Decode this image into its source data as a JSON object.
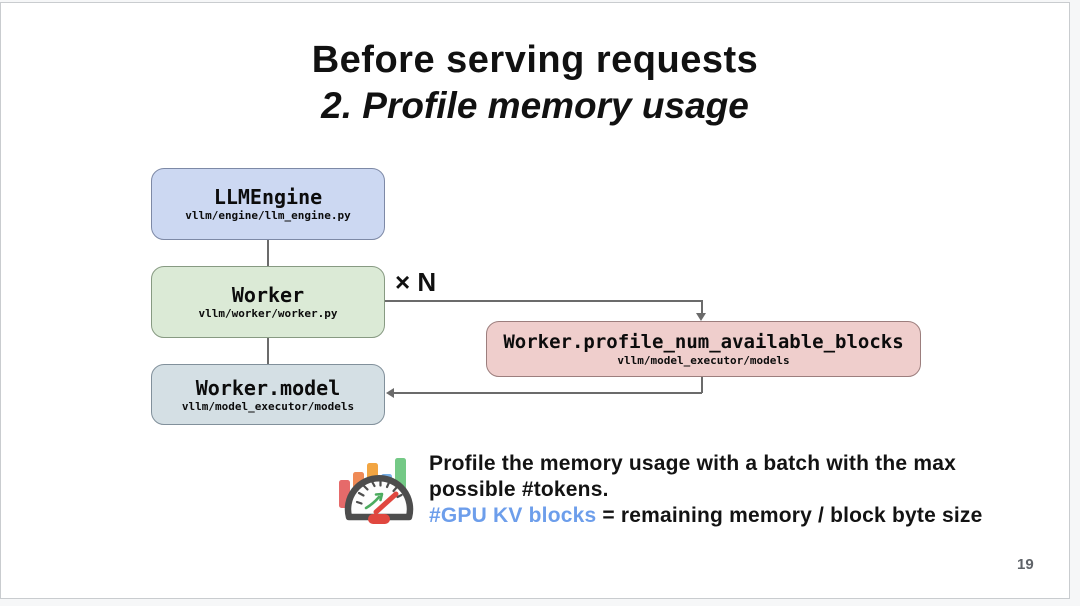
{
  "slide": {
    "title_line1": "Before serving requests",
    "title_line2": "2. Profile memory usage",
    "page_number": "19"
  },
  "diagram": {
    "multiplier_label": "× N",
    "line_color": "#6b6b6b",
    "boxes": {
      "llm_engine": {
        "label": "LLMEngine",
        "sublabel": "vllm/engine/llm_engine.py",
        "fill": "#ccd8f2",
        "border": "#7d89a6"
      },
      "worker": {
        "label": "Worker",
        "sublabel": "vllm/worker/worker.py",
        "fill": "#dbead6",
        "border": "#879a82"
      },
      "worker_model": {
        "label": "Worker.model",
        "sublabel": "vllm/model_executor/models",
        "fill": "#d4dfe4",
        "border": "#81909b"
      },
      "profile_blocks": {
        "label": "Worker.profile_num_available_blocks",
        "sublabel": "vllm/model_executor/models",
        "fill": "#efcecc",
        "border": "#9c7e7d"
      }
    }
  },
  "note": {
    "line1": "Profile the memory usage with a batch with the max",
    "line2": "possible #tokens.",
    "line3_highlight": "#GPU KV blocks",
    "line3_rest": " = remaining memory / block byte size",
    "highlight_color": "#6d9eeb"
  },
  "icon": {
    "name": "performance-gauge-icon"
  }
}
